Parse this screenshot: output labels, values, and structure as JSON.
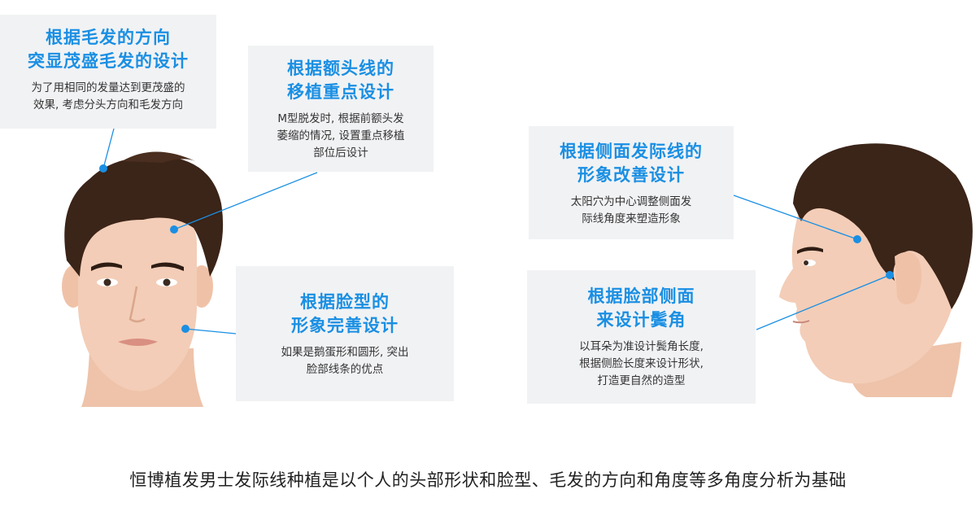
{
  "colors": {
    "accent": "#1a8fe3",
    "hair": "#3b2418",
    "skin": "#f3cdb7",
    "card_bg": "#f1f2f4"
  },
  "cards": [
    {
      "title_lines": [
        "根据毛发的方向",
        "突显茂盛毛发的设计"
      ],
      "desc_lines": [
        "为了用相同的发量达到更茂盛的",
        "效果, 考虑分头方向和毛发方向"
      ]
    },
    {
      "title_lines": [
        "根据额头线的",
        "移植重点设计"
      ],
      "desc_lines": [
        "M型脱发时, 根据前额头发",
        "萎缩的情况, 设置重点移植",
        "部位后设计"
      ]
    },
    {
      "title_lines": [
        "根据脸型的",
        "形象完善设计"
      ],
      "desc_lines": [
        "如果是鹅蛋形和圆形, 突出",
        "脸部线条的优点"
      ]
    },
    {
      "title_lines": [
        "根据侧面发际线的",
        "形象改善设计"
      ],
      "desc_lines": [
        "太阳穴为中心调整侧面发",
        "际线角度来塑造形象"
      ]
    },
    {
      "title_lines": [
        "根据脸部侧面",
        "来设计鬓角"
      ],
      "desc_lines": [
        "以耳朵为准设计鬓角长度,",
        "根据侧脸长度来设计形状,",
        "打造更自然的造型"
      ]
    }
  ],
  "caption": "恒博植发男士发际线种植是以个人的头部形状和脸型、毛发的方向和角度等多角度分析为基础"
}
